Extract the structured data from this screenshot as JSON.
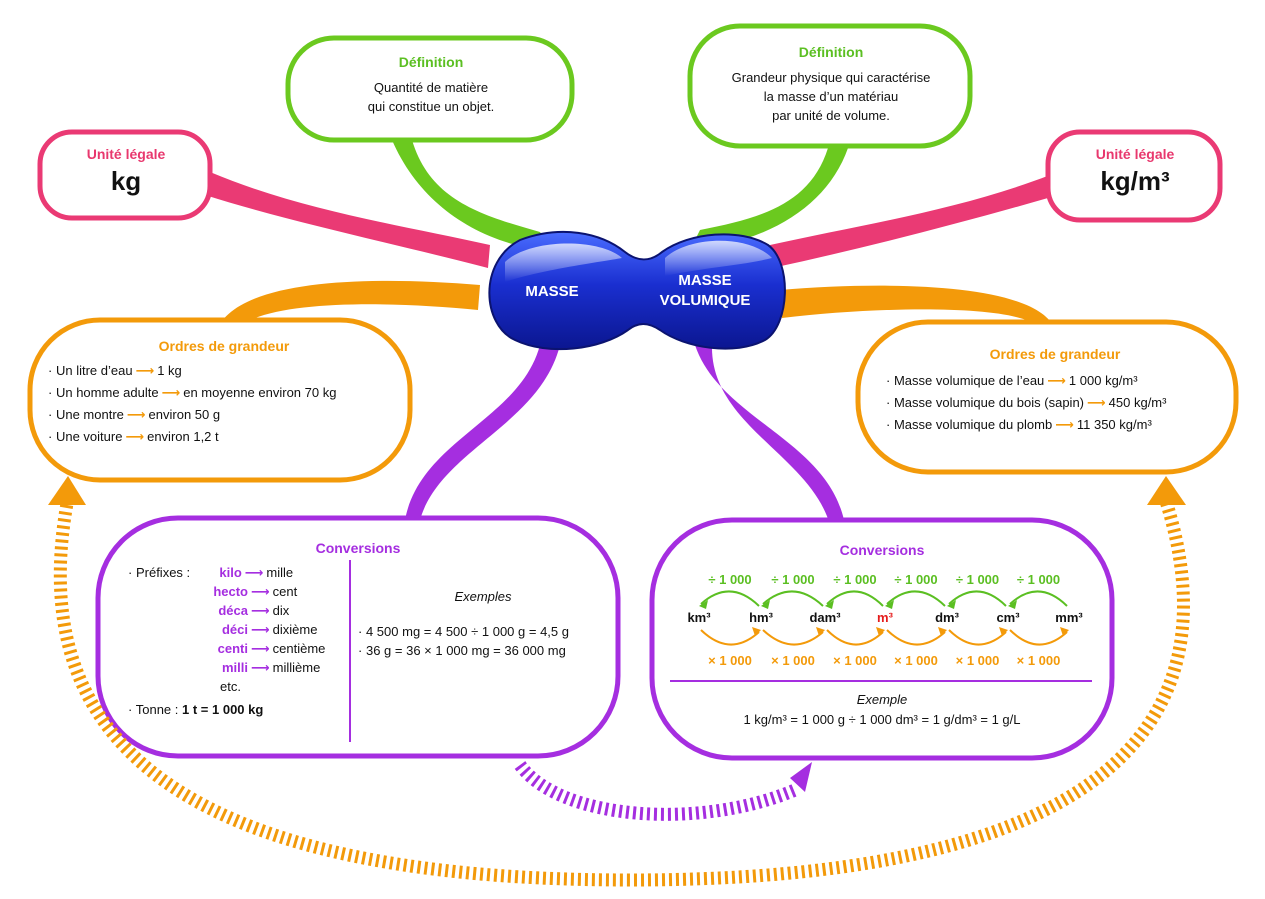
{
  "center": {
    "left": "MASSE",
    "right_line1": "MASSE",
    "right_line2": "VOLUMIQUE"
  },
  "def_left": {
    "title": "Définition",
    "line1": "Quantité de matière",
    "line2": "qui constitue un objet."
  },
  "def_right": {
    "title": "Définition",
    "line1": "Grandeur physique qui caractérise",
    "line2": "la masse d’un matériau",
    "line3": "par unité de volume."
  },
  "unit_left": {
    "title": "Unité légale",
    "value": "kg"
  },
  "unit_right": {
    "title": "Unité légale",
    "value": "kg/m³"
  },
  "orders_left": {
    "title": "Ordres de grandeur",
    "items": [
      {
        "label": "Un litre d’eau",
        "value": "1 kg"
      },
      {
        "label": "Un homme adulte",
        "value": "en moyenne environ 70 kg"
      },
      {
        "label": "Une montre",
        "value": "environ 50 g"
      },
      {
        "label": "Une voiture",
        "value": "environ 1,2 t"
      }
    ]
  },
  "orders_right": {
    "title": "Ordres de grandeur",
    "items": [
      {
        "label": "Masse volumique de l’eau",
        "value": "1 000 kg/m³"
      },
      {
        "label": "Masse volumique du bois (sapin)",
        "value": "450 kg/m³"
      },
      {
        "label": "Masse volumique du plomb",
        "value": "11 350 kg/m³"
      }
    ]
  },
  "conv_left": {
    "title": "Conversions",
    "prefixes_label": "Préfixes :",
    "prefixes": [
      {
        "prefix": "kilo",
        "meaning": "mille"
      },
      {
        "prefix": "hecto",
        "meaning": "cent"
      },
      {
        "prefix": "déca",
        "meaning": "dix"
      },
      {
        "prefix": "déci",
        "meaning": "dixième"
      },
      {
        "prefix": "centi",
        "meaning": "centième"
      },
      {
        "prefix": "milli",
        "meaning": "millième"
      }
    ],
    "etc": "etc.",
    "tonne_label": "Tonne :",
    "tonne_value": "1 t = 1 000 kg",
    "examples_title": "Exemples",
    "example1": "4 500 mg = 4 500 ÷ 1 000 g = 4,5 g",
    "example2": "36 g = 36 × 1 000 mg = 36 000 mg"
  },
  "conv_right": {
    "title": "Conversions",
    "units": [
      "km³",
      "hm³",
      "dam³",
      "m³",
      "dm³",
      "cm³",
      "mm³"
    ],
    "divide_label": "÷ 1 000",
    "multiply_label": "× 1 000",
    "example_title": "Exemple",
    "example": "1 kg/m³ = 1 000 g ÷ 1 000 dm³ = 1 g/dm³ = 1 g/L"
  },
  "colors": {
    "green": "#5bbf22",
    "pink": "#e8386e",
    "orange": "#f39a0a",
    "purple": "#a52ee0",
    "blue": "#1a2fd0",
    "red": "#e51c1c"
  },
  "bullet": "·"
}
